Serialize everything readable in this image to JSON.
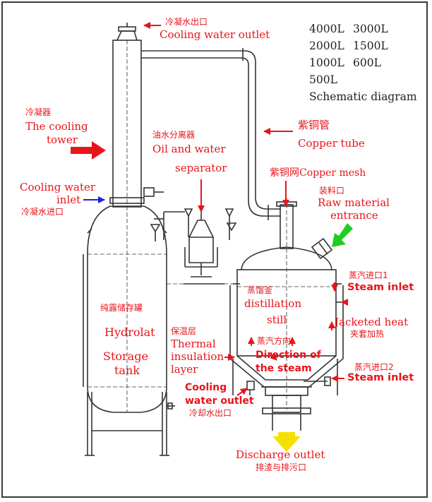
{
  "title": "Schematic diagram",
  "capacities": [
    "4000L",
    "3000L",
    "2000L",
    "1500L",
    "1000L",
    "600L",
    "500L"
  ],
  "labels": {
    "cooling_water_outlet_top_cn": "冷凝水出口",
    "cooling_water_outlet_top_en": "Cooling water outlet",
    "cooling_tower_cn": "冷凝器",
    "cooling_tower_en1": "The cooling",
    "cooling_tower_en2": "tower",
    "cooling_water_inlet_en1": "Cooling water",
    "cooling_water_inlet_en2": "inlet",
    "cooling_water_inlet_cn": "冷凝水进口",
    "oil_water_separator_cn": "油水分离器",
    "oil_water_separator_en1": "Oil and water",
    "oil_water_separator_en2": "separator",
    "copper_tube_cn": "紫铜管",
    "copper_tube_en": "Copper tube",
    "copper_mesh": "紫铜网Copper mesh",
    "raw_material_cn": "装料口",
    "raw_material_en1": "Raw material",
    "raw_material_en2": "entrance",
    "steam_inlet1_cn": "蒸汽进口1",
    "steam_inlet1_en": "Steam inlet",
    "distillation_cn": "蒸馏釜",
    "distillation_en1": "distillation",
    "distillation_en2": "still",
    "jacketed_heat_en": "Jacketed heat",
    "jacketed_heat_cn": "夹套加热",
    "steam_direction_cn": "蒸汽方向",
    "steam_direction_en1": "Direction of",
    "steam_direction_en2": "the steam",
    "steam_inlet2_cn": "蒸汽进口2",
    "steam_inlet2_en": "Steam inlet",
    "hydrolat_cn": "纯露储存罐",
    "hydrolat_en1": "Hydrolat",
    "hydrolat_en2": "Storage",
    "hydrolat_en3": "tank",
    "insulation_cn": "保温层",
    "insulation_en1": "Thermal",
    "insulation_en2": "insulation",
    "insulation_en3": "layer",
    "cooling_water_outlet_bottom_en1": "Cooling",
    "cooling_water_outlet_bottom_en2": "water outlet",
    "cooling_water_outlet_bottom_cn": "冷却水出口",
    "discharge_en": "Discharge outlet",
    "discharge_cn": "排渣与排污口"
  },
  "colors": {
    "label_red": "#e8141b",
    "arrow_blue": "#2020e0",
    "arrow_green": "#22cc22",
    "arrow_yellow": "#f5e100",
    "line": "#333333"
  }
}
